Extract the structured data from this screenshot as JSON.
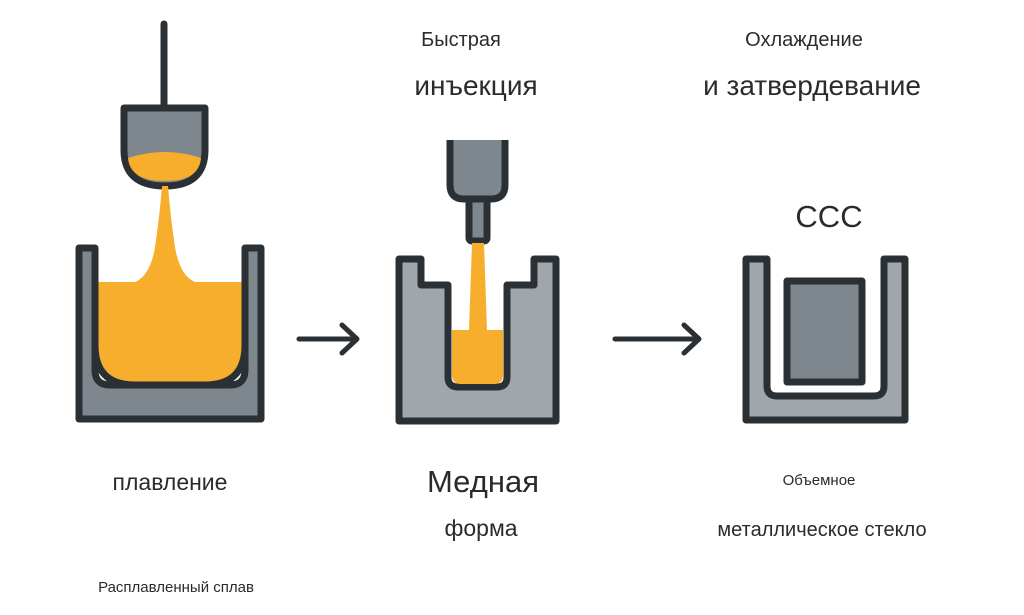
{
  "colors": {
    "outline": "#2b3035",
    "metal_gray": "#7f878e",
    "mold_gray": "#a0a6ab",
    "molten": "#f8ae2d",
    "arrow": "#2b3035"
  },
  "steps": [
    {
      "id": "melting",
      "caption": "плавление",
      "sublabel": "Расплавленный сплав",
      "icons": [
        "ladle-icon",
        "crucible-icon"
      ]
    },
    {
      "id": "injection",
      "title_line1": "Быстрая",
      "title_line2": "инъекция",
      "caption_line1": "Медная",
      "caption_line2": "форма",
      "icons": [
        "nozzle-icon",
        "copper-mold-icon"
      ]
    },
    {
      "id": "cooling",
      "title_line1": "Охлаждение",
      "title_line2": "и затвердевание",
      "badge": "ССС",
      "caption_line1": "Объемное",
      "caption_line2": "металлическое стекло",
      "icons": [
        "solid-ingot-icon",
        "mold-icon"
      ]
    }
  ],
  "arrows": [
    "arrow-right-icon",
    "arrow-right-icon"
  ]
}
